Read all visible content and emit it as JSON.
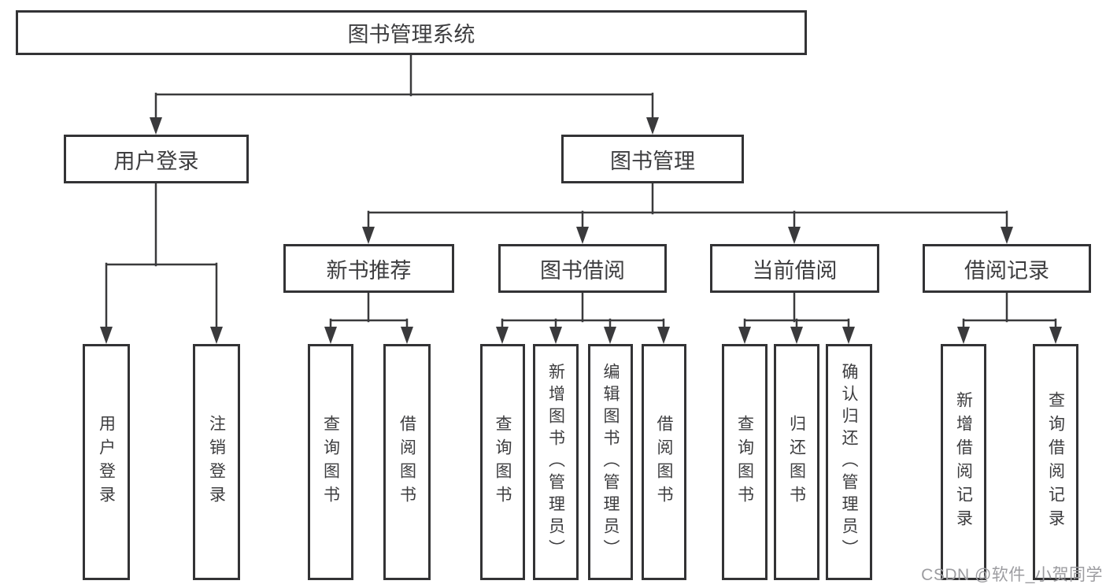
{
  "diagram": {
    "title_node": "图书管理系统",
    "root": {
      "label": "图书管理系统"
    },
    "branches": [
      {
        "label": "用户登录",
        "children": [
          {
            "label": "用户登录"
          },
          {
            "label": "注销登录"
          }
        ]
      },
      {
        "label": "图书管理",
        "groups": [
          {
            "label": "新书推荐",
            "children": [
              {
                "label": "查询图书"
              },
              {
                "label": "借阅图书"
              }
            ]
          },
          {
            "label": "图书借阅",
            "children": [
              {
                "label": "查询图书"
              },
              {
                "label": "新增图书（管理员）"
              },
              {
                "label": "编辑图书（管理员）"
              },
              {
                "label": "借阅图书"
              }
            ]
          },
          {
            "label": "当前借阅",
            "children": [
              {
                "label": "查询图书"
              },
              {
                "label": "归还图书"
              },
              {
                "label": "确认归还（管理员）"
              }
            ]
          },
          {
            "label": "借阅记录",
            "children": [
              {
                "label": "新增借阅记录"
              },
              {
                "label": "查询借阅记录"
              }
            ]
          }
        ]
      }
    ]
  },
  "watermark": {
    "text": "CSDN @软件_小贺同学"
  },
  "colors": {
    "line": "#3a3a3c",
    "box_border": "#333335",
    "text": "#3d3d3f",
    "watermark": "#9c9ca0",
    "background": "#ffffff"
  }
}
